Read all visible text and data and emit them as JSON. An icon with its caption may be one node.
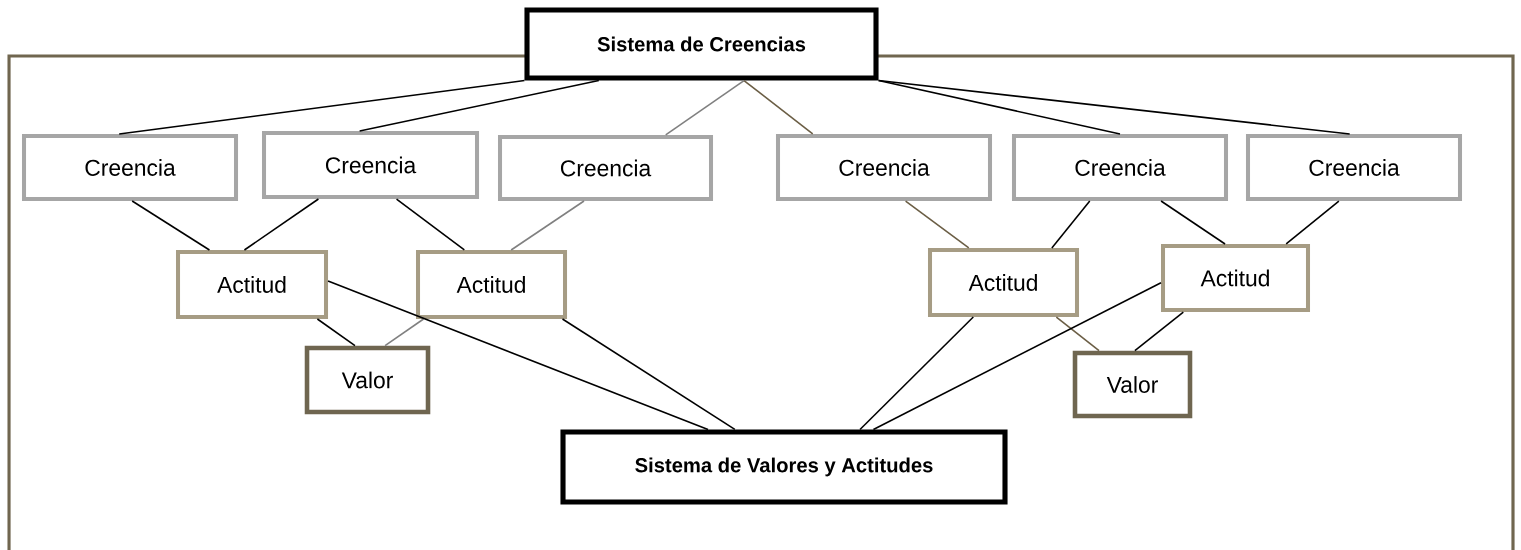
{
  "diagram": {
    "nodes": [
      {
        "text": [
          "Sistema de Creencias"
        ]
      },
      {
        "text": [
          "Creencia"
        ]
      },
      {
        "text": [
          "Creencia"
        ]
      },
      {
        "text": [
          "Creencia"
        ]
      },
      {
        "text": [
          "Creencia"
        ]
      },
      {
        "text": [
          "Creencia"
        ]
      },
      {
        "text": [
          "Creencia"
        ]
      },
      {
        "text": [
          "Actitud"
        ]
      },
      {
        "text": [
          "Actitud"
        ]
      },
      {
        "text": [
          "Actitud"
        ]
      },
      {
        "text": [
          "Actitud"
        ]
      },
      {
        "text": [
          "Valor"
        ]
      },
      {
        "text": [
          "Valor"
        ]
      },
      {
        "text": [
          "Sistema de Valores y Actitudes"
        ]
      }
    ],
    "edges": [
      {
        "from": 0,
        "to": 1,
        "arrow": "none"
      },
      {
        "from": 0,
        "to": 2,
        "arrow": "none"
      },
      {
        "from": 0,
        "to": 3,
        "arrow": "none",
        "color": "#808080"
      },
      {
        "from": 0,
        "to": 4,
        "arrow": "none",
        "color": "#6b5e45"
      },
      {
        "from": 0,
        "to": 5,
        "arrow": "none"
      },
      {
        "from": 0,
        "to": 6,
        "arrow": "none"
      },
      {
        "from": 1,
        "to": 7,
        "arrow": "none"
      },
      {
        "from": 2,
        "to": 7,
        "arrow": "none"
      },
      {
        "from": 2,
        "to": 8,
        "arrow": "none"
      },
      {
        "from": 3,
        "to": 8,
        "arrow": "none",
        "color": "#808080"
      },
      {
        "from": 4,
        "to": 9,
        "arrow": "none",
        "color": "#6b5e45"
      },
      {
        "from": 5,
        "to": 9,
        "arrow": "none"
      },
      {
        "from": 5,
        "to": 10,
        "arrow": "none"
      },
      {
        "from": 6,
        "to": 10,
        "arrow": "none"
      },
      {
        "from": 7,
        "to": 11,
        "arrow": "none"
      },
      {
        "from": 8,
        "to": 11,
        "arrow": "none",
        "color": "#808080"
      },
      {
        "from": 9,
        "to": 12,
        "arrow": "none",
        "color": "#6b5e45"
      },
      {
        "from": 10,
        "to": 12,
        "arrow": "none"
      },
      {
        "from": 7,
        "to": 13,
        "arrow": "none"
      },
      {
        "from": 8,
        "to": 13,
        "arrow": "none"
      },
      {
        "from": 9,
        "to": 13,
        "arrow": "none"
      },
      {
        "from": 10,
        "to": 13,
        "arrow": "none"
      }
    ]
  }
}
